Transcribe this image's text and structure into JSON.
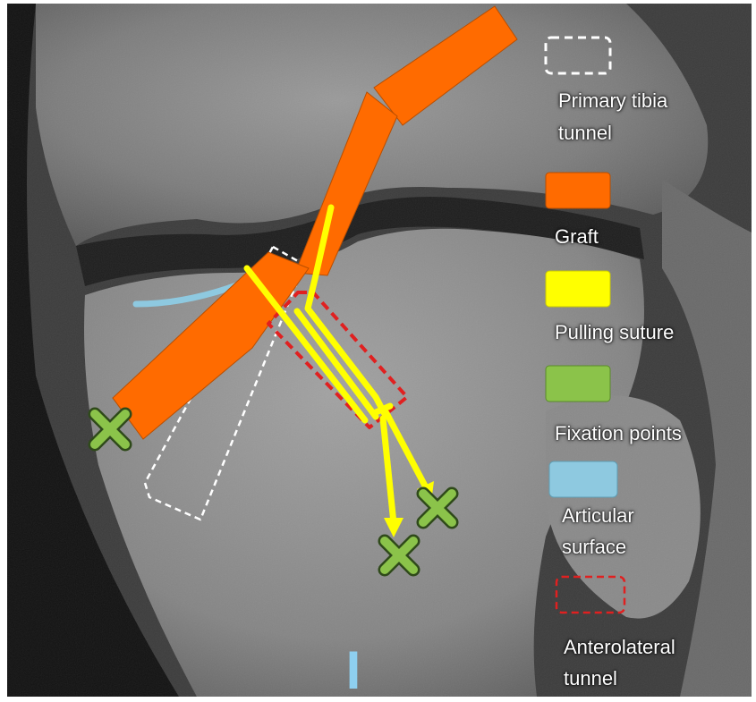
{
  "colors": {
    "graft": "#FF6B00",
    "pulling_suture": "#FFFF00",
    "fixation": "#8BC34A",
    "articular_surface": "#8EC9E0",
    "anterolateral_tunnel": "#E02020",
    "primary_tunnel": "#FFFFFF",
    "marker_i": "#8ECFEF"
  },
  "legend": [
    {
      "key": "primary_tunnel",
      "symbol": "dashed-box-white",
      "label_line1": "Primary tibia",
      "label_line2": "tunnel"
    },
    {
      "key": "graft",
      "symbol": "filled-box-orange",
      "label_line1": "Graft",
      "label_line2": ""
    },
    {
      "key": "pulling_suture",
      "symbol": "filled-box-yellow",
      "label_line1": "Pulling suture",
      "label_line2": ""
    },
    {
      "key": "fixation",
      "symbol": "filled-box-green",
      "label_line1": "Fixation points",
      "label_line2": ""
    },
    {
      "key": "articular_surface",
      "symbol": "filled-box-lightblue",
      "label_line1": "Articular",
      "label_line2": "surface"
    },
    {
      "key": "anterolateral_tunnel",
      "symbol": "dashed-box-red",
      "label_line1": "Anterolateral",
      "label_line2": "tunnel"
    }
  ],
  "marker": {
    "label": "I"
  }
}
